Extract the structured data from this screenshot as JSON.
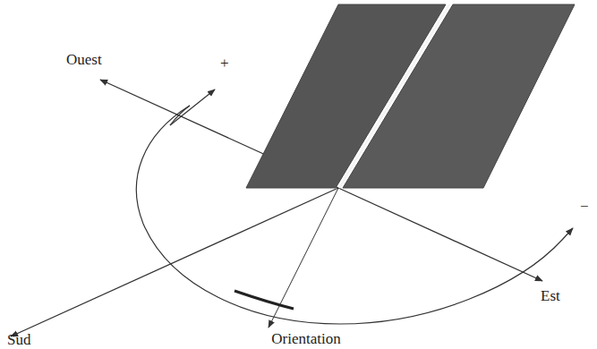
{
  "diagram": {
    "labels": [
      "Ouest",
      "+",
      "Sud",
      "Orientation",
      "Est",
      "−"
    ]
  }
}
